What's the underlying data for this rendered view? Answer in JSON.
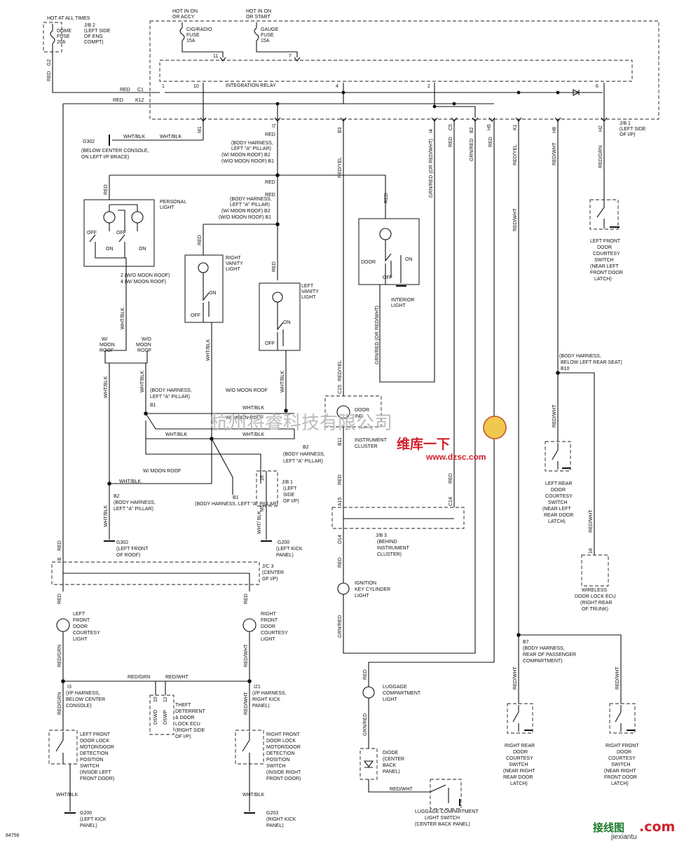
{
  "power": {
    "hot_always": "HOT AT ALL TIMES",
    "hot_on_accy": [
      "HOT IN ON",
      "OR ACCY"
    ],
    "hot_on_start": [
      "HOT IN ON",
      "OR START"
    ],
    "dome_fuse": [
      "DOME",
      "FUSE",
      "20A"
    ],
    "jb2": [
      "J/B 2",
      "(LEFT SIDE",
      "OF ENG",
      "COMPT)"
    ],
    "cig_fuse": [
      "CIG/RADIO",
      "FUSE",
      "15A"
    ],
    "gauge_fuse": [
      "GAUGE",
      "FUSE",
      "15A"
    ],
    "pin11": "11",
    "pin7": "7"
  },
  "relay": {
    "title": "INTEGRATION RELAY",
    "pins": {
      "p1": "1",
      "p10": "10",
      "p4": "4",
      "p2": "2",
      "p6": "6"
    },
    "c1": "C1",
    "k12": "K12",
    "jb1": [
      "J/B 1",
      "(LEFT SIDE",
      "OF I/P)"
    ],
    "conn_labels": [
      "G2",
      "M1",
      "I1",
      "B3",
      "I4",
      "C5",
      "B2",
      "H5",
      "K1",
      "H8",
      "H2"
    ]
  },
  "wires": {
    "red": "RED",
    "wht_blk": "WHT/BLK",
    "red_yel": "RED/YEL",
    "red_wht": "RED/WHT",
    "red_grn": "RED/GRN",
    "grn_red": "GRN/RED",
    "grn_red_or": "GRN/RED (OR RED/WHT)",
    "grn_red2": "GRN/RED",
    "red_grn2": "RED/GRN",
    "wht_blk2": "WHT/ BLK"
  },
  "ground_g302_top": [
    "G302",
    "(BELOW CENTER CONSOLE,",
    "ON LEFT I/P BRACE)"
  ],
  "splice_body_top": [
    "(BODY HARNESS,",
    "LEFT \"A\" PILLAR)",
    "(W/ MOON ROOF) B2",
    "(W/O MOON ROOF) B1"
  ],
  "splice_body_mid": [
    "(BODY HARNESS,",
    "LEFT \"A\" PILLAR)",
    "(W/ MOON ROOF) B2",
    "(W/O MOON ROOF) B1"
  ],
  "personal_light": [
    "PERSONAL",
    "LIGHT"
  ],
  "switch_labels": {
    "off": "OFF",
    "on": "ON",
    "door": "DOOR"
  },
  "personal_pins": [
    "2 (W/O MOON ROOF)",
    "4 (W/ MOON ROOF)"
  ],
  "right_vanity": [
    "RIGHT",
    "VANITY",
    "LIGHT"
  ],
  "left_vanity": [
    "LEFT",
    "VANITY",
    "LIGHT"
  ],
  "interior_light": [
    "INTERIOR",
    "LIGHT"
  ],
  "left_front_courtesy_sw": [
    "LEFT FRONT",
    "DOOR",
    "COURTESY",
    "SWITCH",
    "(NEAR LEFT",
    "FRONT DOOR",
    "LATCH)"
  ],
  "moon_labels": {
    "w": [
      "W/",
      "MOON",
      "ROOF"
    ],
    "wo": [
      "W/O",
      "MOON",
      "ROOF"
    ],
    "wo_line": "W/O MOON ROOF",
    "w_line": "W/ MOON ROOF"
  },
  "b1_left": [
    "(BODY HARNESS,",
    "LEFT \"A\" PILLAR)",
    "B1"
  ],
  "b2_mid": [
    "B2",
    "(BODY HARNESS,",
    "LEFT \"A\" PILLAR)"
  ],
  "b2_left": [
    "B2",
    "(BODY HARNESS,",
    "LEFT \"A\" PILLAR)"
  ],
  "b1_mid": [
    "B1",
    "(BODY HARNESS, LEFT \"A\" PILLAR)"
  ],
  "jb1_mid": [
    "J/B 1",
    "(LEFT",
    "SIDE",
    "OF I/P)"
  ],
  "jb1_pins": [
    "16",
    "M5"
  ],
  "g302_left": [
    "G302",
    "(LEFT FRONT",
    "OF ROOF)"
  ],
  "g200_mid": [
    "G200",
    "(LEFT KICK",
    "PANEL)"
  ],
  "door_ind": [
    "DOOR",
    "IND."
  ],
  "instrument_cluster": [
    "INSTRUMENT",
    "CLUSTER"
  ],
  "ic_pins": [
    "C15",
    "B11"
  ],
  "jb3": [
    "J/B 3",
    "(BEHIND",
    "INSTRUMENT",
    "CLUSTER)"
  ],
  "jb3_pins": [
    "A15",
    "C14",
    "D14"
  ],
  "ignition_light": [
    "IGNITION",
    "KEY CYLINDER",
    "LIGHT"
  ],
  "body_b10": [
    "(BODY HARNESS,",
    "BELOW LEFT REAR SEAT)",
    "B10"
  ],
  "left_rear_sw": [
    "LEFT REAR",
    "DOOR",
    "COURTESY",
    "SWITCH",
    "(NEAR LEFT",
    "REAR DOOR",
    "LATCH)"
  ],
  "wireless_ecu": [
    "WIRELESS",
    "DOOR LOCK ECU",
    "(RIGHT REAR",
    "OF TRUNK)"
  ],
  "wireless_pin": "18",
  "jc3": [
    "J/C 3",
    "(CENTER",
    "OF I/P)"
  ],
  "jc3_pins": [
    "B",
    "A",
    "B"
  ],
  "lf_courtesy_light": [
    "LEFT",
    "FRONT",
    "DOOR",
    "COURTESY",
    "LIGHT"
  ],
  "rf_courtesy_light": [
    "RIGHT",
    "FRONT",
    "DOOR",
    "COURTESY",
    "LIGHT"
  ],
  "i3": [
    "I3",
    "(I/P HARNESS,",
    "BELOW CENTER",
    "CONSOLE)"
  ],
  "i21": [
    "I21",
    "(I/P HARNESS,",
    "RIGHT KICK",
    "PANEL)"
  ],
  "theft_ecu": [
    "THEFT",
    "DETERRENT",
    "& DOOR",
    "LOCK ECU",
    "(RIGHT SIDE",
    "OF I/P)"
  ],
  "theft_pins": [
    "DSWD",
    "DSWP",
    "10",
    "12"
  ],
  "lf_lock_sw": [
    "LEFT FRONT",
    "DOOR LOCK",
    "MOTOR/DOOR",
    "DETECTION",
    "POSITION",
    "SWITCH",
    "(INSIDE LEFT",
    "FRONT DOOR)"
  ],
  "rf_lock_sw": [
    "RIGHT FRONT",
    "DOOR LOCK",
    "MOTOR/DOOR",
    "DETECTION",
    "POSITION",
    "SWITCH",
    "(INSIDE RIGHT",
    "FRONT DOOR)"
  ],
  "g200_bottom": [
    "G200",
    "(LEFT KICK",
    "PANEL)"
  ],
  "g203_bottom": [
    "G203",
    "(RIGHT KICK",
    "PANEL)"
  ],
  "luggage_light": [
    "LUGGAGE",
    "COMPARTMENT",
    "LIGHT"
  ],
  "diode": [
    "DIODE",
    "(CENTER",
    "BACK",
    "PANEL)"
  ],
  "luggage_sw": [
    "LUGGAGE COMPARTMENT",
    "LIGHT SWITCH",
    "(CENTER BACK PANEL)"
  ],
  "b7": [
    "B7",
    "(BODY HARNESS,",
    "REAR OF PASSENGER",
    "COMPARTMENT)"
  ],
  "rr_sw": [
    "RIGHT REAR",
    "DOOR",
    "COURTESY",
    "SWITCH",
    "(NEAR RIGHT",
    "REAR DOOR",
    "LATCH)"
  ],
  "rf_sw": [
    "RIGHT FRONT",
    "DOOR",
    "COURTESY",
    "SWITCH",
    "(NEAR RIGHT",
    "FRONT DOOR",
    "LATCH)"
  ],
  "pin_numbers": {
    "one": "1",
    "two": "2",
    "three": "3",
    "eight": "8",
    "six": "6"
  },
  "page_code": "84756",
  "watermarks": {
    "company": "杭州将睿科技有限公司",
    "weiku": "维库一下",
    "dzsc": "www.dzsc.com",
    "jiexiantu": "接线图",
    "com": ".com",
    "jiexiantu_url": "jiexiantu"
  }
}
